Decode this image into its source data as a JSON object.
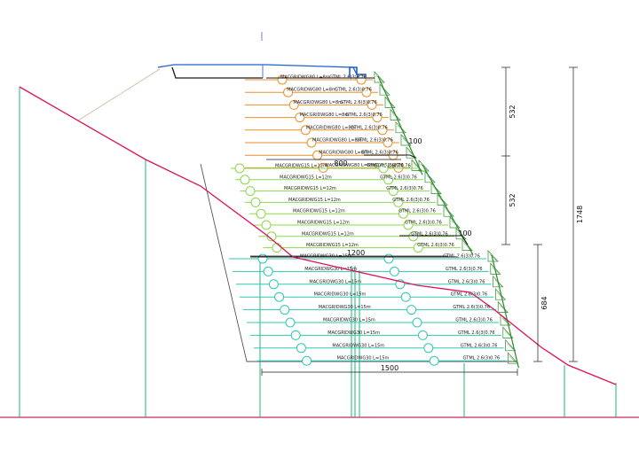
{
  "colors": {
    "terrain": "#e0105a",
    "ground": "#c8285a",
    "tier1": "#e8902a",
    "tier2": "#88d848",
    "tier3": "#2ec8b0",
    "frame": "#1a1a1a",
    "road": "#1e5fd0",
    "facing": "#2a8a2a",
    "pole": "#18b878",
    "leader": "#c8b898"
  },
  "dimensions": {
    "tier1_height": "532",
    "tier2_height": "532",
    "tier3_height": "684",
    "total_height": "1748",
    "tier1_width": "800",
    "tier2_width": "1200",
    "tier3_width": "1500",
    "bench_width": "100"
  },
  "tiers": [
    {
      "id": "tier1",
      "anchor_labels": [
        "MACGRIDWG80  L=8m",
        "MACGRIDWG80  L=8m",
        "MACGRIDWG80  L=8m",
        "MACGRIDWG80  L=8m",
        "MACGRIDWG80  L=8m",
        "MACGRIDWG80  L=8m",
        "MACGRIDWG80  L=8m",
        "MACGRIDWG80  L=8m"
      ],
      "facing_labels": [
        "GTML 2.6(3)0.76",
        "GTML 2.6(3)0.76",
        "GTML 2.6(3)0.76",
        "GTML 2.6(3)0.76",
        "GTML 2.6(3)0.76",
        "GTML 2.6(3)0.76",
        "GTML 2.6(3)0.76",
        "GTML 2.6(3)0.76"
      ]
    },
    {
      "id": "tier2",
      "anchor_labels": [
        "MACGRIDWG15  L=12m",
        "MACGRIDWG15  L=12m",
        "MACGRIDWG15  L=12m",
        "MACGRIDWG15  L=12m",
        "MACGRIDWG15  L=12m",
        "MACGRIDWG15  L=12m",
        "MACGRIDWG15  L=12m",
        "MACGRIDWG15  L=12m"
      ],
      "facing_labels": [
        "GTML 2.6(3)0.76",
        "GTML 2.6(3)0.76",
        "GTML 2.6(3)0.76",
        "GTML 2.6(3)0.76",
        "GTML 2.6(3)0.76",
        "GTML 2.6(3)0.76",
        "GTML 2.6(3)0.76",
        "GTML 2.6(3)0.76"
      ]
    },
    {
      "id": "tier3",
      "anchor_labels": [
        "MACGRIDWG30  L=15m",
        "MACGRIDWG30  L=15m",
        "MACGRIDWG30  L=15m",
        "MACGRIDWG30  L=15m",
        "MACGRIDWG30  L=15m",
        "MACGRIDWG30  L=15m",
        "MACGRIDWG30  L=15m",
        "MACGRIDWG30  L=15m",
        "MACGRIDWG30  L=15m"
      ],
      "facing_labels": [
        "GTML 2.6(3)0.76",
        "GTML 2.6(3)0.76",
        "GTML 2.6(3)0.76",
        "GTML 2.6(3)0.76",
        "GTML 2.6(3)0.76",
        "GTML 2.6(3)0.76",
        "GTML 2.6(3)0.76",
        "GTML 2.6(3)0.76",
        "GTML 2.6(3)0.76"
      ]
    }
  ]
}
